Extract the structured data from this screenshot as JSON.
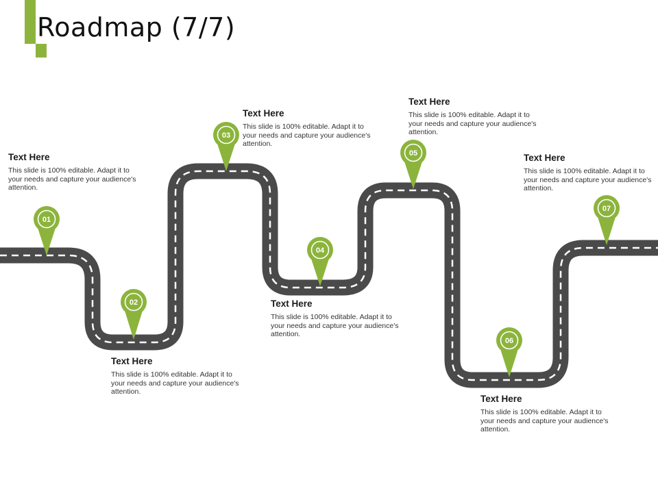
{
  "title": "Roadmap (7/7)",
  "colors": {
    "accent": "#8cb43c",
    "road": "#4a4a4a",
    "lane": "#ffffff",
    "marker_ring": "#ffffff"
  },
  "milestones": [
    {
      "number": "01",
      "heading": "Text Here",
      "body": "This slide is 100% editable. Adapt it to your needs and capture your audience's attention."
    },
    {
      "number": "02",
      "heading": "Text Here",
      "body": "This slide is 100% editable. Adapt it to your needs and capture your audience's attention."
    },
    {
      "number": "03",
      "heading": "Text Here",
      "body": "This slide is 100% editable. Adapt it to your needs and capture your audience's attention."
    },
    {
      "number": "04",
      "heading": "Text Here",
      "body": "This slide is 100% editable. Adapt it to your needs and capture your audience's attention."
    },
    {
      "number": "05",
      "heading": "Text Here",
      "body": "This slide is 100% editable. Adapt it to your needs and capture your audience's attention."
    },
    {
      "number": "06",
      "heading": "Text Here",
      "body": "This slide is 100% editable. Adapt it to your needs and capture your audience's attention."
    },
    {
      "number": "07",
      "heading": "Text Here",
      "body": "This slide is 100% editable. Adapt it to your needs and capture your audience's attention."
    }
  ]
}
